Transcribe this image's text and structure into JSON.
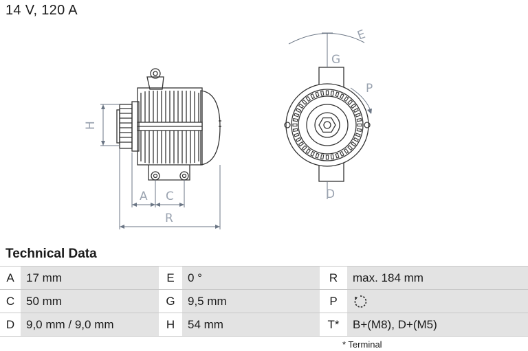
{
  "header": {
    "title": "14 V, 120 A"
  },
  "drawing": {
    "labels": {
      "H": "H",
      "A": "A",
      "C": "C",
      "R": "R",
      "G": "G",
      "E": "E",
      "P": "P",
      "D": "D"
    },
    "icons": [
      "alternator-side-view",
      "alternator-front-view",
      "rotation-arrow-icon"
    ]
  },
  "technical_data": {
    "title": "Technical Data",
    "rows": [
      [
        {
          "key": "A",
          "value": "17 mm"
        },
        {
          "key": "E",
          "value": "0 °"
        },
        {
          "key": "R",
          "value": "max. 184 mm"
        }
      ],
      [
        {
          "key": "C",
          "value": "50 mm"
        },
        {
          "key": "G",
          "value": "9,5 mm"
        },
        {
          "key": "P",
          "value": ""
        }
      ],
      [
        {
          "key": "D",
          "value": "9,0 mm / 9,0 mm"
        },
        {
          "key": "H",
          "value": "54 mm"
        },
        {
          "key": "T*",
          "value": "B+(M8), D+(M5)"
        }
      ]
    ],
    "footnote": "* Terminal"
  }
}
